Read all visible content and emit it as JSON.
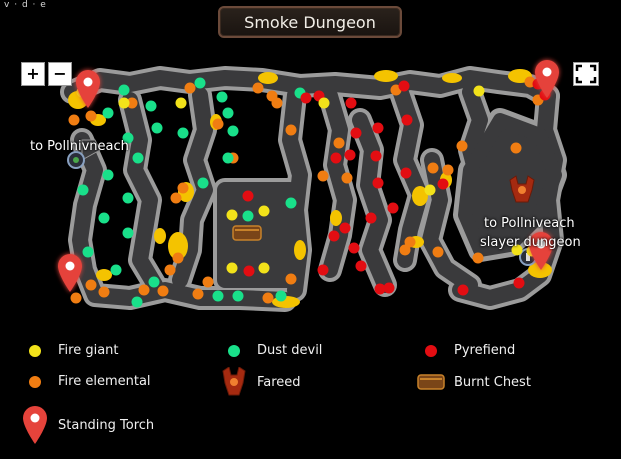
{
  "nav": {
    "view": "v",
    "discuss": "d",
    "edit": "e",
    "sep": "·"
  },
  "title": "Smoke Dungeon",
  "zoom": {
    "in": "+",
    "out": "−"
  },
  "map_labels": {
    "left": "to Pollnivneach",
    "right_line1": "to Pollniveach",
    "right_line2": "slayer dungeon"
  },
  "legend": {
    "fire_giant": "Fire giant",
    "dust_devil": "Dust devil",
    "pyrefiend": "Pyrefiend",
    "fire_elemental": "Fire elemental",
    "fareed": "Fareed",
    "burnt_chest": "Burnt Chest",
    "standing_torch": "Standing Torch"
  },
  "colors": {
    "fire_giant": "#f2e21a",
    "dust_devil": "#19e08a",
    "pyrefiend": "#e30d12",
    "fire_elemental": "#f07d12",
    "torch": "#e5433b",
    "floor": "#3a3a3c",
    "wall": "#9a9a9a",
    "lava": "#f4c300"
  },
  "markers": {
    "fire_giant": [
      [
        82,
        92
      ],
      [
        124,
        103
      ],
      [
        181,
        103
      ],
      [
        232,
        215
      ],
      [
        264,
        211
      ],
      [
        232,
        268
      ],
      [
        264,
        268
      ],
      [
        324,
        103
      ],
      [
        430,
        190
      ],
      [
        479,
        91
      ],
      [
        532,
        251
      ],
      [
        517,
        250
      ]
    ],
    "dust_devil": [
      [
        124,
        90
      ],
      [
        151,
        106
      ],
      [
        108,
        113
      ],
      [
        200,
        83
      ],
      [
        222,
        97
      ],
      [
        228,
        113
      ],
      [
        233,
        131
      ],
      [
        157,
        128
      ],
      [
        183,
        133
      ],
      [
        128,
        138
      ],
      [
        228,
        158
      ],
      [
        203,
        183
      ],
      [
        138,
        158
      ],
      [
        108,
        175
      ],
      [
        83,
        190
      ],
      [
        128,
        198
      ],
      [
        104,
        218
      ],
      [
        128,
        233
      ],
      [
        88,
        252
      ],
      [
        116,
        270
      ],
      [
        154,
        282
      ],
      [
        137,
        302
      ],
      [
        248,
        216
      ],
      [
        218,
        296
      ],
      [
        238,
        296
      ],
      [
        281,
        296
      ],
      [
        291,
        203
      ],
      [
        300,
        93
      ]
    ],
    "pyrefiend": [
      [
        306,
        98
      ],
      [
        319,
        96
      ],
      [
        351,
        103
      ],
      [
        356,
        133
      ],
      [
        378,
        128
      ],
      [
        407,
        120
      ],
      [
        336,
        158
      ],
      [
        350,
        155
      ],
      [
        376,
        156
      ],
      [
        378,
        183
      ],
      [
        406,
        173
      ],
      [
        371,
        218
      ],
      [
        393,
        208
      ],
      [
        345,
        228
      ],
      [
        334,
        236
      ],
      [
        323,
        270
      ],
      [
        354,
        248
      ],
      [
        361,
        266
      ],
      [
        389,
        288
      ],
      [
        380,
        289
      ],
      [
        463,
        290
      ],
      [
        519,
        283
      ],
      [
        545,
        95
      ],
      [
        538,
        84
      ],
      [
        404,
        86
      ],
      [
        443,
        184
      ],
      [
        248,
        196
      ],
      [
        249,
        271
      ]
    ],
    "fire_elemental": [
      [
        91,
        116
      ],
      [
        74,
        120
      ],
      [
        132,
        103
      ],
      [
        190,
        88
      ],
      [
        277,
        103
      ],
      [
        291,
        130
      ],
      [
        218,
        124
      ],
      [
        258,
        88
      ],
      [
        272,
        96
      ],
      [
        233,
        158
      ],
      [
        183,
        188
      ],
      [
        176,
        198
      ],
      [
        178,
        258
      ],
      [
        170,
        270
      ],
      [
        208,
        282
      ],
      [
        198,
        294
      ],
      [
        76,
        298
      ],
      [
        91,
        285
      ],
      [
        104,
        292
      ],
      [
        144,
        290
      ],
      [
        163,
        291
      ],
      [
        268,
        298
      ],
      [
        291,
        279
      ],
      [
        396,
        90
      ],
      [
        410,
        242
      ],
      [
        433,
        168
      ],
      [
        448,
        170
      ],
      [
        339,
        143
      ],
      [
        347,
        178
      ],
      [
        323,
        176
      ],
      [
        405,
        250
      ],
      [
        438,
        252
      ],
      [
        478,
        258
      ],
      [
        462,
        146
      ],
      [
        530,
        82
      ],
      [
        538,
        100
      ],
      [
        516,
        148
      ]
    ],
    "torches": [
      [
        88,
        82
      ],
      [
        70,
        266
      ],
      [
        547,
        72
      ],
      [
        541,
        244
      ]
    ]
  }
}
